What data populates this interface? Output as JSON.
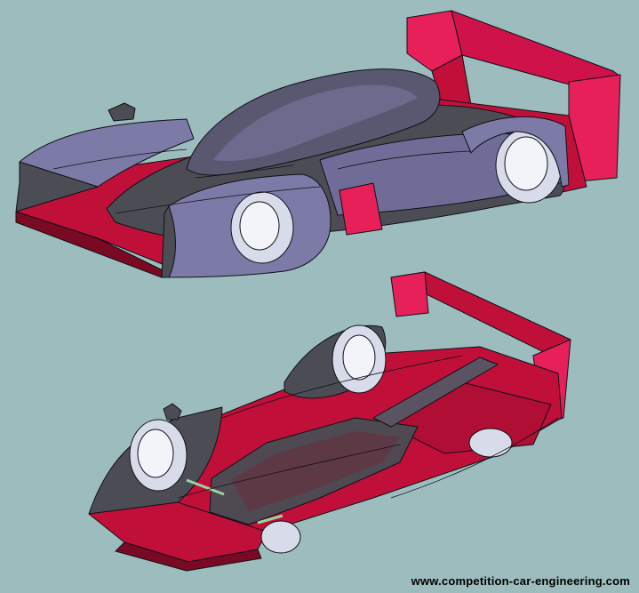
{
  "watermark": "www.competition-car-engineering.com",
  "colors": {
    "background": "#9dbcbd",
    "body_dark": "#4c4c54",
    "body_lilac": "#7c7aa6",
    "wing_red": "#c0103a",
    "wing_pink": "#e8205a",
    "tire": "#d8dcea",
    "edge": "#101018"
  },
  "views": [
    {
      "name": "top-view-render"
    },
    {
      "name": "underside-view-render"
    }
  ]
}
